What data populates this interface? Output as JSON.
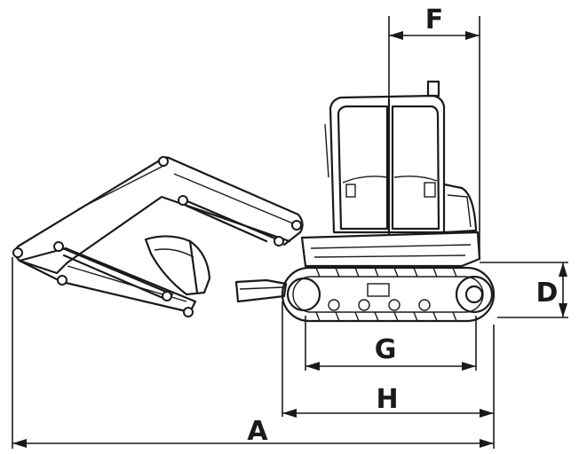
{
  "labels": {
    "A": "A",
    "D": "D",
    "F": "F",
    "G": "G",
    "H": "H"
  }
}
